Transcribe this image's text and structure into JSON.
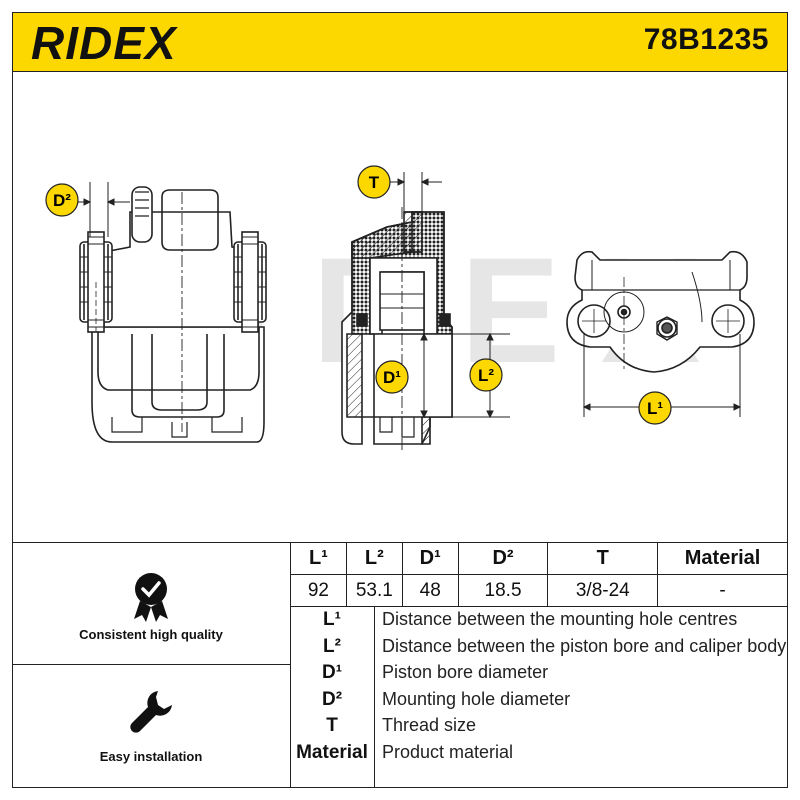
{
  "header": {
    "brand": "RIDEX",
    "part_number": "78B1235"
  },
  "drawing": {
    "watermark": "RIDEX",
    "labels": {
      "d2": "D²",
      "t": "T",
      "d1": "D¹",
      "l2": "L²",
      "l1": "L¹"
    }
  },
  "features": [
    {
      "label": "Consistent high quality",
      "icon": "quality-badge-icon"
    },
    {
      "label": "Easy installation",
      "icon": "wrench-icon"
    }
  ],
  "dimensions_table": {
    "headers": [
      "L¹",
      "L²",
      "D¹",
      "D²",
      "T",
      "Material"
    ],
    "values": [
      "92",
      "53.1",
      "48",
      "18.5",
      "3/8-24",
      "-"
    ]
  },
  "legend": [
    {
      "key": "L¹",
      "description": "Distance between the mounting hole centres"
    },
    {
      "key": "L²",
      "description": "Distance between the piston bore and caliper body"
    },
    {
      "key": "D¹",
      "description": "Piston bore diameter"
    },
    {
      "key": "D²",
      "description": "Mounting hole diameter"
    },
    {
      "key": "T",
      "description": "Thread size"
    },
    {
      "key": "Material",
      "description": "Product material"
    }
  ],
  "colors": {
    "accent": "#fcd800",
    "line": "#222222"
  }
}
